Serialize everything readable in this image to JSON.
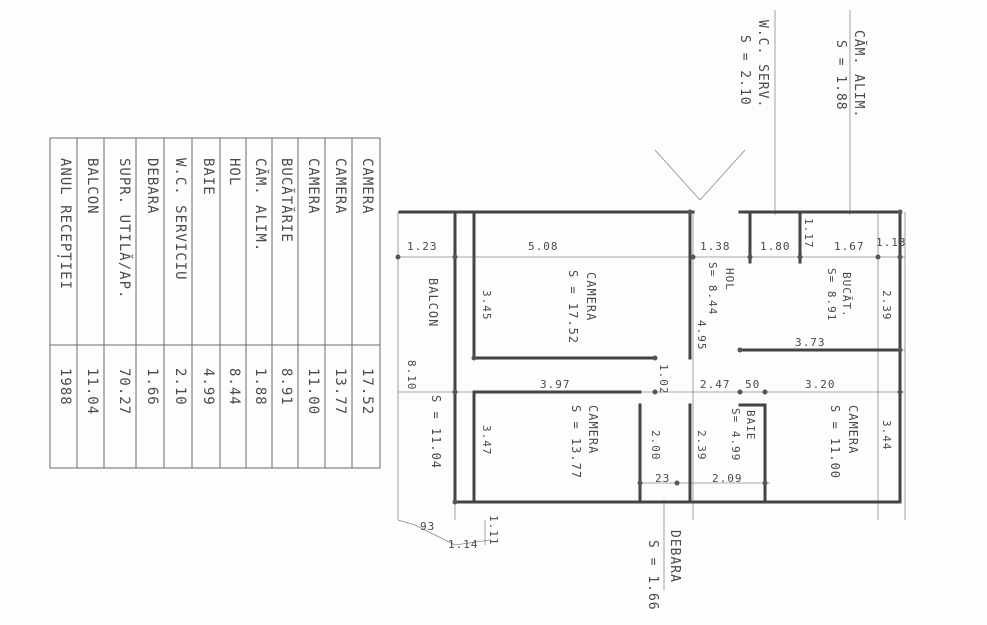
{
  "legend": {
    "rows": [
      {
        "name": "CAMERA",
        "value": "17.52"
      },
      {
        "name": "CAMERA",
        "value": "13.77"
      },
      {
        "name": "CAMERA",
        "value": "11.00"
      },
      {
        "name": "BUCĂTĂRIE",
        "value": "8.91"
      },
      {
        "name": "CĂM. ALIM.",
        "value": "1.88"
      },
      {
        "name": "HOL",
        "value": "8.44"
      },
      {
        "name": "BAIE",
        "value": "4.99"
      },
      {
        "name": "W.C. SERVICIU",
        "value": "2.10"
      },
      {
        "name": "DEBARA",
        "value": "1.66"
      },
      {
        "name": "SUPR. UTILĂ/AP.",
        "value": "70.27"
      },
      {
        "name": "BALCON",
        "value": "11.04"
      },
      {
        "name": "ANUL RECEPȚIEI",
        "value": "1988"
      }
    ]
  },
  "callouts": {
    "wc": {
      "name": "W.C. SERV.",
      "area": "S = 2.10"
    },
    "cam_alim": {
      "name": "CĂM. ALIM.",
      "area": "S = 1.88"
    },
    "debara": {
      "name": "DEBARA",
      "area": "S = 1.66"
    }
  },
  "rooms": {
    "camera1": {
      "name": "CAMERA",
      "area": "S = 17.52"
    },
    "hol": {
      "name": "HOL",
      "area": "S= 8.44"
    },
    "bucat": {
      "name": "BUCĂT.",
      "area": "S= 8.91"
    },
    "balcon": {
      "name": "BALCON",
      "area": "S = 11.04"
    },
    "camera2": {
      "name": "CAMERA",
      "area": "S = 13.77"
    },
    "baie": {
      "name": "BAIE",
      "area": "S= 4.99"
    },
    "camera3": {
      "name": "CAMERA",
      "area": "S = 11.00"
    }
  },
  "dims": {
    "d_123": "1.23",
    "d_508": "5.08",
    "d_138": "1.38",
    "d_180": "1.80",
    "d_117": "1.17",
    "d_167": "1.67",
    "d_113": "1.13",
    "d_345": "3.45",
    "d_495": "4.95",
    "d_239": "2.39",
    "d_373": "3.73",
    "d_810": "8.10",
    "d_397": "3.97",
    "d_102": "1.02",
    "d_247": "2.47",
    "d_50": "50",
    "d_320": "3.20",
    "d_347": "3.47",
    "d_200": "2.00",
    "d_239b": "2.39",
    "d_344": "3.44",
    "d_23": "23",
    "d_209": "2.09",
    "d_93": "93",
    "d_114": "1.14",
    "d_111": "1.11"
  }
}
